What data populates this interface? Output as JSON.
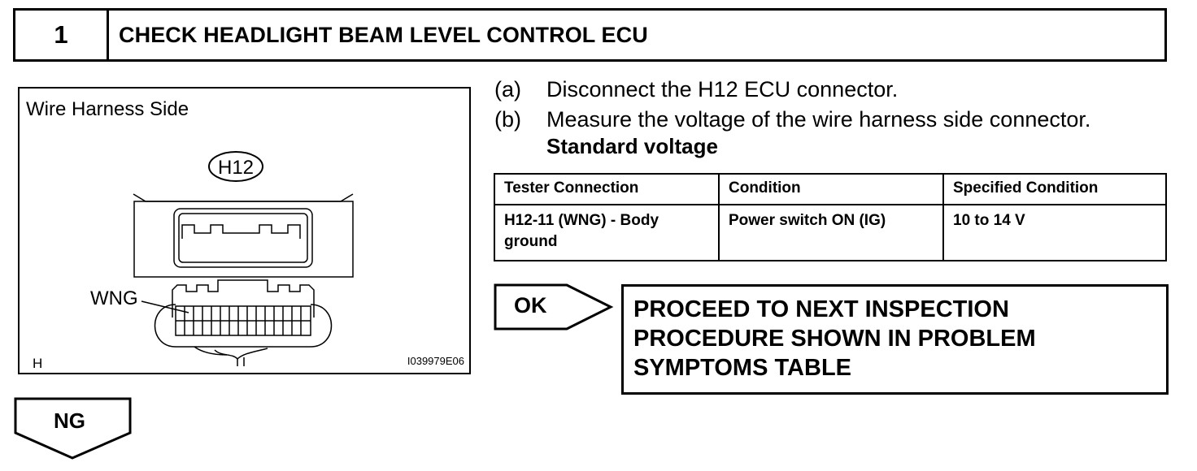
{
  "header": {
    "step_number": "1",
    "title": "CHECK HEADLIGHT BEAM LEVEL CONTROL ECU"
  },
  "figure": {
    "caption": "Wire Harness Side",
    "connector_label": "H12",
    "wire_label": "WNG",
    "corner_mark": "H",
    "image_code": "I039979E06"
  },
  "instructions": [
    {
      "letter": "(a)",
      "text": "Disconnect the H12 ECU connector."
    },
    {
      "letter": "(b)",
      "text": "Measure the voltage of the wire harness side connector."
    }
  ],
  "standard_label": "Standard voltage",
  "table": {
    "headers": [
      "Tester Connection",
      "Condition",
      "Specified Condition"
    ],
    "rows": [
      [
        "H12-11 (WNG) - Body ground",
        "Power switch ON (IG)",
        "10 to 14 V"
      ]
    ]
  },
  "ok": {
    "label": "OK",
    "result_lines": [
      "PROCEED TO NEXT INSPECTION",
      "PROCEDURE SHOWN IN PROBLEM",
      "SYMPTOMS TABLE"
    ]
  },
  "ng": {
    "label": "NG"
  }
}
